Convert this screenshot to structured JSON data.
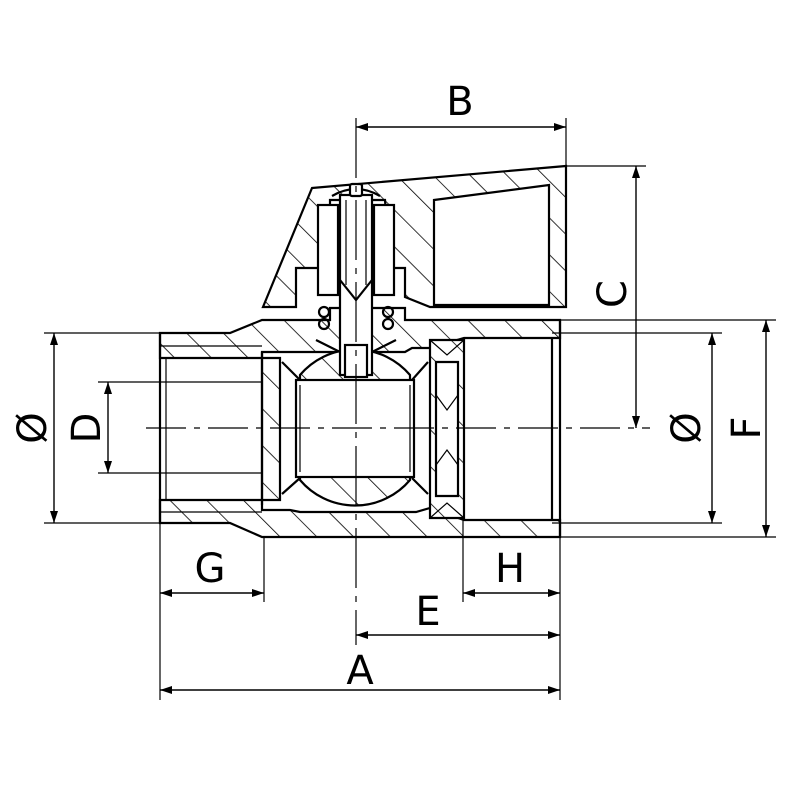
{
  "labels": {
    "A": "A",
    "B": "B",
    "C": "C",
    "D": "D",
    "E": "E",
    "F": "F",
    "G": "G",
    "H": "H",
    "dia_left": "Ø",
    "dia_right": "Ø"
  },
  "colors": {
    "line": "#000000",
    "background": "#ffffff"
  }
}
